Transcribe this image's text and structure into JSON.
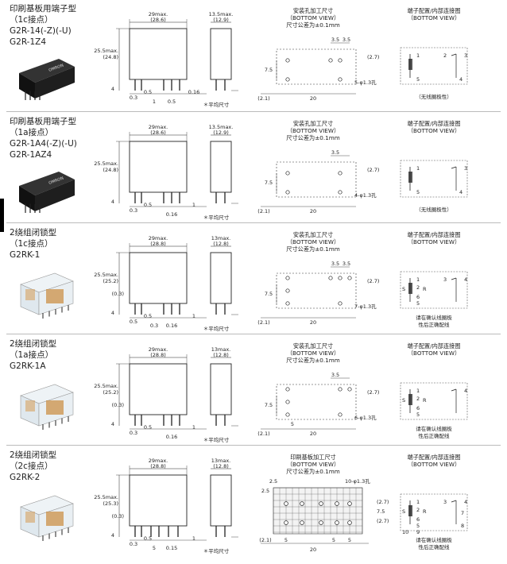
{
  "rows": [
    {
      "title": [
        "印刷基板用端子型",
        "（1c接点）",
        "G2R-14(-Z)(-U)",
        "G2R-1Z4"
      ],
      "photo_text": "OMRON",
      "dims": {
        "w": "29max.",
        "w2": "(28.6)",
        "star": "*",
        "h": "25.5max.",
        "h2": "(24.8)",
        "side_w": "13.5max.",
        "side_w2": "(12.9)",
        "d1": "0.3",
        "d2": "0.5",
        "d3": "0.5",
        "d4": "0.16",
        "d5": "4",
        "d6": "1",
        "note": "＊平均尺寸"
      },
      "pcb": {
        "h1": "安装孔加工尺寸",
        "h2": "（BOTTOM VIEW）",
        "h3": "尺寸公差为±0.1mm",
        "a": "3.5",
        "b": "3.5",
        "c": "(2.7)",
        "d": "7.5",
        "e": "5-φ1.3孔",
        "f": "(2.1)",
        "g": "20"
      },
      "term": {
        "h1": "端子配置/内部连接图",
        "h2": "（BOTTOM VIEW）",
        "n1": "1",
        "n2": "2",
        "n3": "3",
        "n4": "4",
        "n5": "5",
        "caption": "（无线圈极性）"
      }
    },
    {
      "title": [
        "印刷基板用端子型",
        "（1a接点）",
        "G2R-1A4(-Z)(-U)",
        "G2R-1AZ4"
      ],
      "photo_text": "OMRON",
      "dims": {
        "w": "29max.",
        "w2": "(28.6)",
        "star": "*",
        "h": "25.5max.",
        "h2": "(24.8)",
        "side_w": "13.5max.",
        "side_w2": "(12.9)",
        "d1": "0.3",
        "d2": "0.5",
        "d3": "0.16",
        "d4": "1",
        "d5": "4",
        "note": "＊平均尺寸"
      },
      "pcb": {
        "h1": "安装孔加工尺寸",
        "h2": "（BOTTOM VIEW）",
        "h3": "尺寸公差为±0.1mm",
        "a": "3.5",
        "c": "(2.7)",
        "d": "7.5",
        "e": "4-φ1.3孔",
        "f": "(2.1)",
        "g": "20"
      },
      "term": {
        "h1": "端子配置/内部连接图",
        "h2": "（BOTTOM VIEW）",
        "n1": "1",
        "n3": "3",
        "n4": "4",
        "n5": "5",
        "caption": "（无线圈极性）"
      }
    },
    {
      "title": [
        "2绕组闭锁型",
        "（1c接点）",
        "G2RK-1"
      ],
      "dims": {
        "w": "29max.",
        "w2": "(28.8)",
        "star": "*",
        "h": "25.5max.",
        "h2": "(25.2)",
        "side_w": "13max.",
        "side_w2": "(12.8)",
        "d0": "(0.3)",
        "d1": "0.5",
        "d2": "0.5",
        "d3": "0.16",
        "d4": "1",
        "d5": "4",
        "d6": "0.3",
        "note": "＊平均尺寸"
      },
      "pcb": {
        "h1": "安装孔加工尺寸",
        "h2": "（BOTTOM VIEW）",
        "h3": "尺寸公差为±0.1mm",
        "a": "3.5",
        "b": "3.5",
        "c": "(2.7)",
        "d": "7.5",
        "e": "7-φ1.3孔",
        "f": "(2.1)",
        "g": "20"
      },
      "term": {
        "h1": "端子配置/内部连接图",
        "h2": "（BOTTOM VIEW）",
        "n1": "1",
        "n2": "2",
        "n3": "3",
        "n4": "4",
        "n5": "5",
        "n6": "6",
        "s": "S",
        "r": "R",
        "caption1": "请在确认线圈极",
        "caption2": "性后正确配线"
      }
    },
    {
      "title": [
        "2绕组闭锁型",
        "（1a接点）",
        "G2RK-1A"
      ],
      "dims": {
        "w": "29max.",
        "w2": "(28.8)",
        "star": "*",
        "h": "25.5max.",
        "h2": "(25.2)",
        "side_w": "13max.",
        "side_w2": "(12.8)",
        "d0": "(0.3)",
        "d1": "0.3",
        "d2": "0.5",
        "d3": "0.16",
        "d4": "1",
        "d5": "4",
        "note": "＊平均尺寸"
      },
      "pcb": {
        "h1": "安装孔加工尺寸",
        "h2": "（BOTTOM VIEW）",
        "h3": "尺寸公差为±0.1mm",
        "a": "3.5",
        "c": "(2.7)",
        "d": "7.5",
        "e": "6-φ1.3孔",
        "f": "(2.1)",
        "g": "20",
        "h": "5"
      },
      "term": {
        "h1": "端子配置/内部连接图",
        "h2": "（BOTTOM VIEW）",
        "n1": "1",
        "n2": "2",
        "n4": "4",
        "n5": "5",
        "n6": "6",
        "s": "S",
        "r": "R",
        "caption1": "请在确认线圈极",
        "caption2": "性后正确配线"
      }
    },
    {
      "title": [
        "2绕组闭锁型",
        "（2c接点）",
        "G2RK-2"
      ],
      "dims": {
        "w": "29max.",
        "w2": "(28.8)",
        "star": "*",
        "h": "25.5max.",
        "h2": "(25.3)",
        "side_w": "13max.",
        "side_w2": "(12.8)",
        "d0": "(0.3)",
        "d1": "0.3",
        "d2": "0.5",
        "d3": "0.15",
        "d4": "1",
        "d5": "4",
        "d6": "5",
        "note": "＊平均尺寸"
      },
      "pcb": {
        "h1": "印刷基板加工尺寸",
        "h2": "（BOTTOM VIEW）",
        "h3": "尺寸公差为±0.1mm",
        "a": "2.5",
        "b": "2.5",
        "c": "(2.7)",
        "c2": "(2.7)",
        "d": "7.5",
        "e": "10-φ1.3孔",
        "f": "(2.1)",
        "g": "20",
        "h": "5",
        "i": "5",
        "j": "5"
      },
      "term": {
        "h1": "端子配置/内部连接图",
        "h2": "（BOTTOM VIEW）",
        "n1": "1",
        "n2": "2",
        "n3": "3",
        "n4": "4",
        "n5": "5",
        "n6": "6",
        "n7": "7",
        "n8": "8",
        "n9": "9",
        "n10": "10",
        "s": "S",
        "r": "R",
        "caption1": "请在确认线圈极",
        "caption2": "性后正确配线"
      }
    }
  ]
}
